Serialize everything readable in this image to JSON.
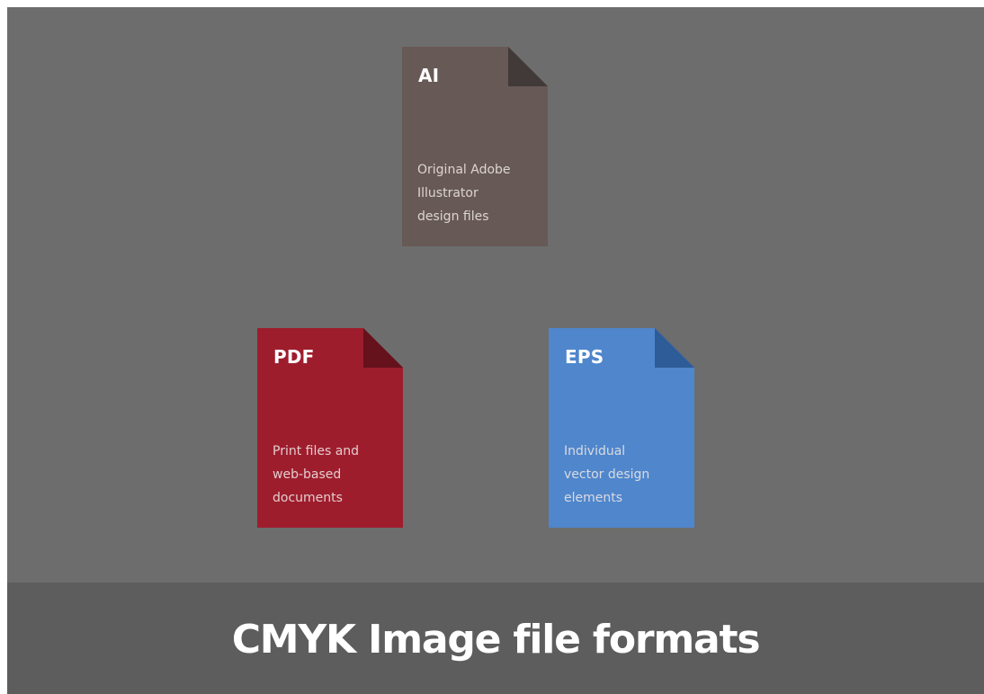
{
  "documents": {
    "ai": {
      "label": "AI",
      "lines": [
        "Original Adobe",
        "Illustrator",
        "design files"
      ],
      "color": "#675956",
      "fold_color": "#423a38"
    },
    "pdf": {
      "label": "PDF",
      "lines": [
        "Print files and",
        "web-based",
        "documents"
      ],
      "color": "#9e1d2d",
      "fold_color": "#65121c"
    },
    "eps": {
      "label": "EPS",
      "lines": [
        "Individual",
        "vector design",
        "elements"
      ],
      "color": "#4f86cc",
      "fold_color": "#2d5c99"
    }
  },
  "caption": "CMYK Image file formats",
  "background_color": "#6d6d6d",
  "caption_bar_color": "#5d5d5d"
}
